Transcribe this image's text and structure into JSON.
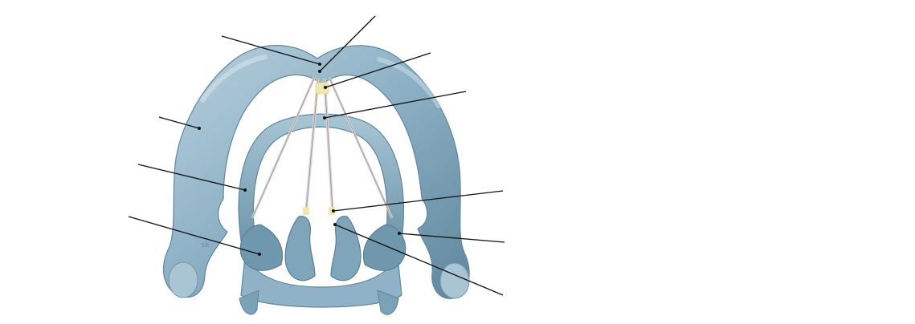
{
  "diagram": {
    "subject": "larynx-cartilages-and-vocal-folds-superior-view",
    "watermark": "sk",
    "leader_lines": [
      {
        "id": "leader-top-left"
      },
      {
        "id": "leader-top-center"
      },
      {
        "id": "leader-upper-right-1"
      },
      {
        "id": "leader-upper-right-2"
      },
      {
        "id": "leader-left-upper"
      },
      {
        "id": "leader-left-middle"
      },
      {
        "id": "leader-left-lower"
      },
      {
        "id": "leader-right-1"
      },
      {
        "id": "leader-right-2"
      },
      {
        "id": "leader-right-3"
      }
    ],
    "colors": {
      "cartilage": "#8fb2c6",
      "cartilage_dark": "#5f879d",
      "cartilage_light": "#c7dbe6",
      "ligament": "#d8d1d0",
      "yellow_tissue": "#f1e7ae",
      "leader": "#111111"
    }
  }
}
